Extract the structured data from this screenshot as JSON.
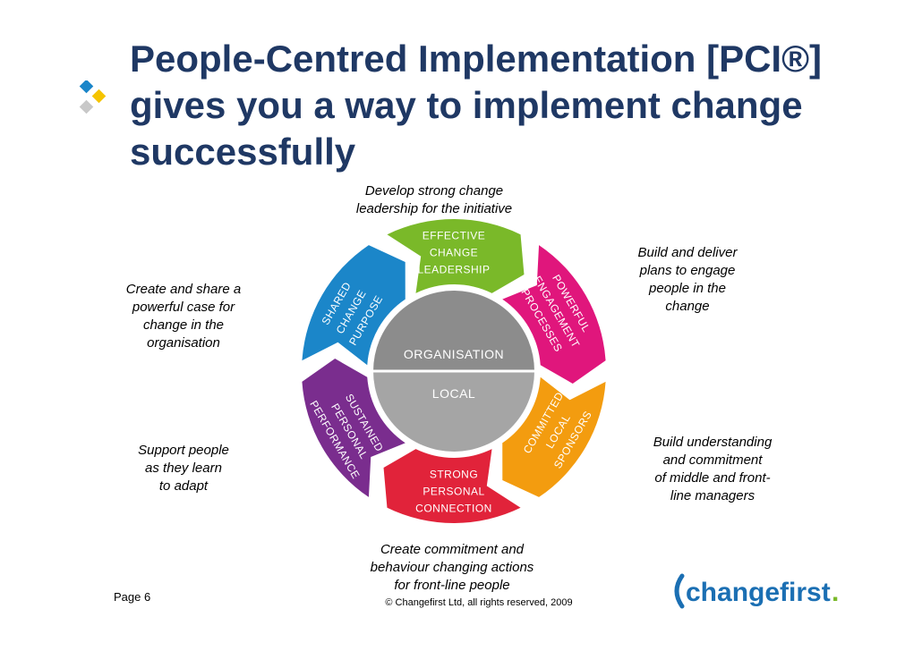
{
  "slide": {
    "title": "People-Centred Implementation [PCI®] gives you a way to implement change successfully",
    "page": "Page 6",
    "copyright": "© Changefirst Ltd, all rights reserved, 2009",
    "logo_text": "changefirst",
    "logo_dot": "."
  },
  "notes": {
    "top": "Develop strong change\nleadership for the initiative",
    "top_right": "Build and deliver\nplans to engage\npeople in the\nchange",
    "top_left": "Create and share a\npowerful case for\nchange in the\norganisation",
    "bottom_left": "Support people\nas they learn\nto adapt",
    "bottom_right": "Build understanding\nand commitment\nof middle and front-\nline managers",
    "bottom": "Create commitment and\nbehaviour changing actions\nfor front-line people"
  },
  "diagram": {
    "center_top": "ORGANISATION",
    "center_bottom": "LOCAL",
    "segments": [
      {
        "lines": [
          "EFFECTIVE",
          "CHANGE",
          "LEADERSHIP"
        ],
        "color": "#7ab929"
      },
      {
        "lines": [
          "POWERFUL",
          "ENGAGEMENT",
          "PROCESSES"
        ],
        "color": "#e0167c"
      },
      {
        "lines": [
          "COMMITTED",
          "LOCAL",
          "SPONSORS"
        ],
        "color": "#f39c0f"
      },
      {
        "lines": [
          "STRONG",
          "PERSONAL",
          "CONNECTION"
        ],
        "color": "#e1233a"
      },
      {
        "lines": [
          "SUSTAINED",
          "PERSONAL",
          "PERFORMANCE"
        ],
        "color": "#7a2d8e"
      },
      {
        "lines": [
          "SHARED",
          "CHANGE",
          "PURPOSE"
        ],
        "color": "#1b86c9"
      }
    ]
  },
  "colors": {
    "title": "#1f3864",
    "center_top": "#8c8c8c",
    "center_bottom": "#a5a5a5",
    "logo_blue": "#1b6fb3",
    "logo_dot": "#7ab929"
  }
}
